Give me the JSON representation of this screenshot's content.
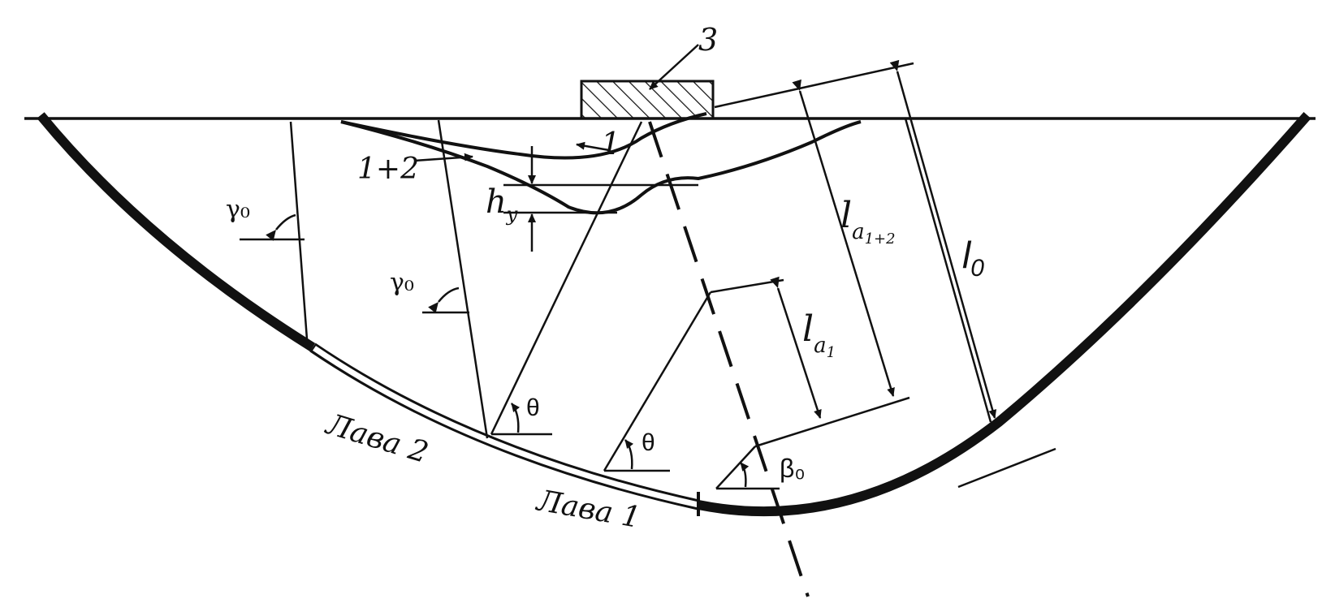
{
  "labels": {
    "building_number": "3",
    "profile_1": "1",
    "profile_1_2": "1+2",
    "gamma_left": "γ₀",
    "gamma_mid": "γ₀",
    "theta_lava2": "θ",
    "theta_lava1": "θ",
    "beta": "β₀",
    "lava_2": "Лава 2",
    "lava_1": "Лава 1",
    "h_main": "h",
    "h_sub": "y",
    "l_a12_main": "l",
    "l_a12_sub": "a",
    "l_a12_subsub": "1+2",
    "l_a1_main": "l",
    "l_a1_sub": "a",
    "l_a1_subsub": "1",
    "l0_main": "l",
    "l0_sub": "0"
  },
  "colors": {
    "line": "#111111",
    "background": "#ffffff",
    "hatch": "#111111"
  }
}
